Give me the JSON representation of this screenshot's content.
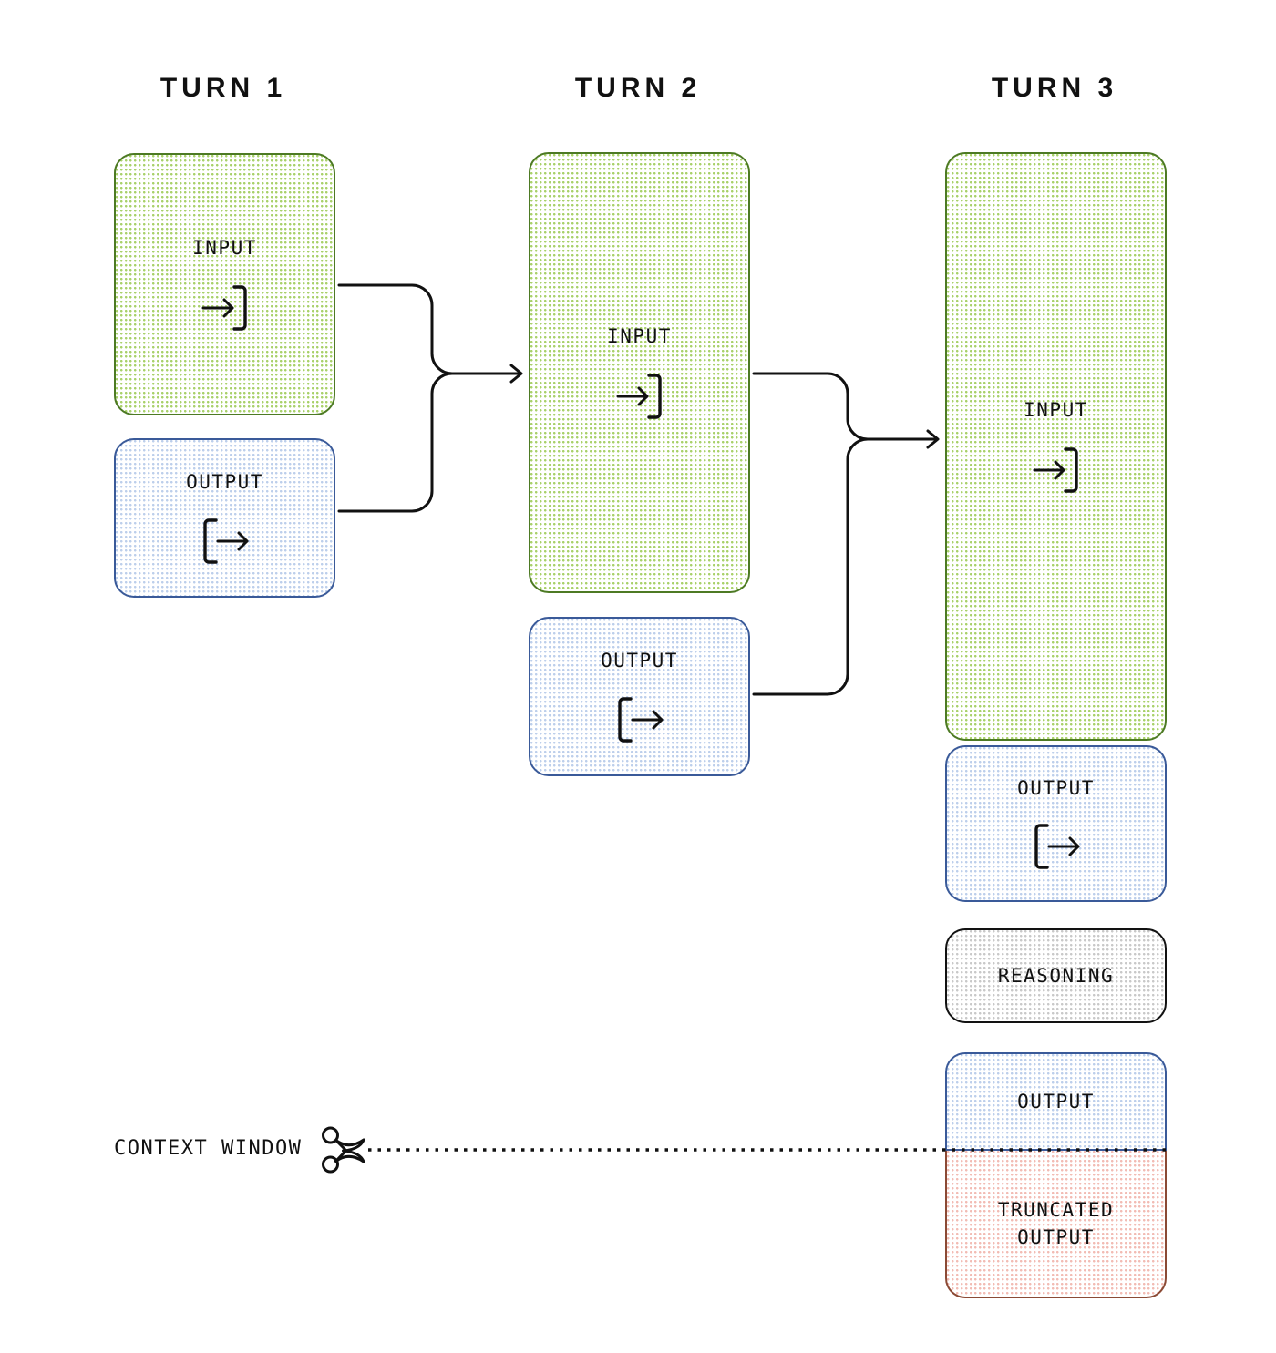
{
  "diagram": {
    "title_row": [
      {
        "label": "TURN 1"
      },
      {
        "label": "TURN 2"
      },
      {
        "label": "TURN 3"
      }
    ],
    "labels": {
      "input": "INPUT",
      "output": "OUTPUT",
      "reasoning": "REASONING",
      "truncated_output": "TRUNCATED\nOUTPUT",
      "context_window": "CONTEXT WINDOW"
    },
    "icons": {
      "input_glyph": "arrow-into-bracket-icon",
      "output_glyph": "bracket-out-arrow-icon",
      "scissors": "scissors-icon"
    },
    "colors": {
      "input_border": "#4d7a24",
      "input_dots": "#a9d16b",
      "output_border": "#3a5a99",
      "output_dots": "#bdcfeb",
      "reasoning_border": "#121212",
      "reasoning_dots": "#c9c9c9",
      "truncated_border": "#8b4a35",
      "truncated_dots": "#f2bcb4",
      "connector": "#111111",
      "text": "#111111"
    },
    "turns": [
      {
        "name": "TURN 1",
        "blocks": [
          {
            "type": "input",
            "label": "INPUT",
            "glyph": "arrow-into-bracket-icon"
          },
          {
            "type": "output",
            "label": "OUTPUT",
            "glyph": "bracket-out-arrow-icon"
          }
        ]
      },
      {
        "name": "TURN 2",
        "blocks": [
          {
            "type": "input",
            "label": "INPUT",
            "glyph": "arrow-into-bracket-icon"
          },
          {
            "type": "output",
            "label": "OUTPUT",
            "glyph": "bracket-out-arrow-icon"
          }
        ]
      },
      {
        "name": "TURN 3",
        "blocks": [
          {
            "type": "input",
            "label": "INPUT",
            "glyph": "arrow-into-bracket-icon"
          },
          {
            "type": "output",
            "label": "OUTPUT",
            "glyph": "bracket-out-arrow-icon"
          },
          {
            "type": "reasoning",
            "label": "REASONING",
            "glyph": null
          },
          {
            "type": "output",
            "label": "OUTPUT",
            "glyph": null
          },
          {
            "type": "truncated",
            "label": "TRUNCATED\nOUTPUT",
            "glyph": null
          }
        ]
      }
    ],
    "connectors": [
      {
        "from": [
          "turn1-input",
          "turn1-output"
        ],
        "to": "turn2-input"
      },
      {
        "from": [
          "turn2-input",
          "turn2-output"
        ],
        "to": "turn3-input"
      }
    ]
  }
}
